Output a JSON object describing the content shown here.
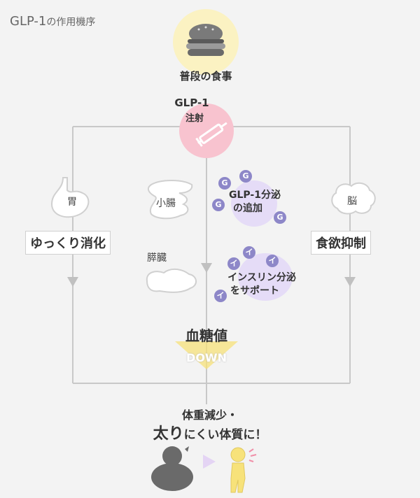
{
  "title": {
    "main": "GLP-1",
    "sub": "の作用機序"
  },
  "meal": {
    "label": "普段の食事"
  },
  "injection": {
    "title": "GLP-1",
    "sub": "注射"
  },
  "stomach": {
    "organ": "胃",
    "effect": "ゆっくり消化"
  },
  "intestine": {
    "organ": "小腸"
  },
  "pancreas": {
    "organ": "膵臓"
  },
  "brain": {
    "organ": "脳",
    "effect": "食欲抑制"
  },
  "glp1_secretion": {
    "line1": "GLP-1分泌",
    "line2": "の追加",
    "badge": "G"
  },
  "insulin": {
    "line1": "インスリン分泌",
    "line2": "をサポート",
    "badge": "イ"
  },
  "blood_sugar": {
    "label": "血糖値",
    "down": "DOWN"
  },
  "result": {
    "line1": "体重減少・",
    "line2_big": "太り",
    "line2_rest": "にくい体質に！"
  },
  "colors": {
    "line": "#c8c8c8",
    "meal_circle": "#fbf2c2",
    "injection_circle": "#f8c3cf",
    "lavender": "#e5dcf7",
    "badge": "#8d87c8",
    "yellow": "#f7e27a"
  }
}
